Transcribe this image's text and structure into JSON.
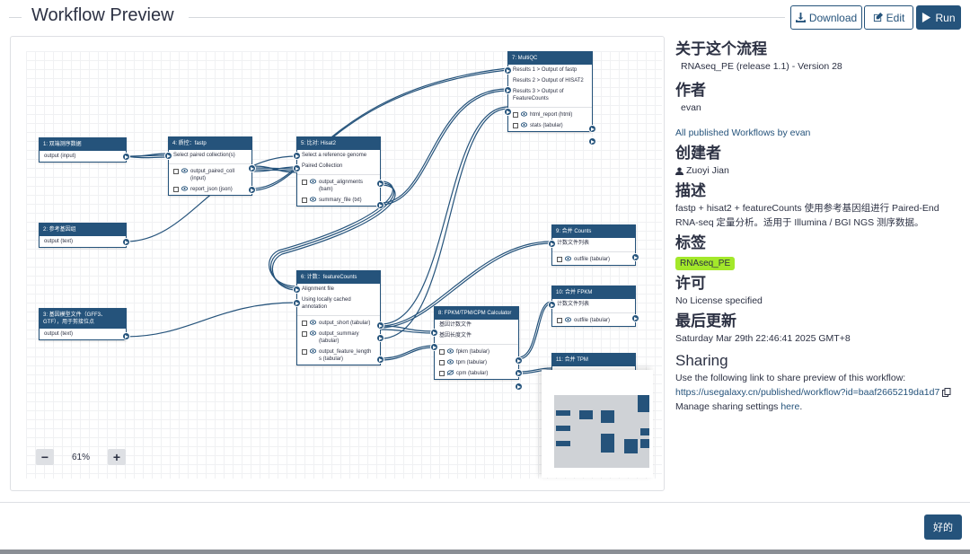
{
  "header": {
    "title": "Workflow Preview",
    "download_label": "Download",
    "edit_label": "Edit",
    "run_label": "Run"
  },
  "canvas": {
    "zoom_level": "61%",
    "zoom_out_label": "−",
    "zoom_in_label": "+",
    "nodes": {
      "n1": {
        "title": "1: 双端测序数据",
        "outputs": [
          "output (input)"
        ]
      },
      "n2": {
        "title": "2: 参考基因组",
        "outputs": [
          "output (text)"
        ]
      },
      "n3": {
        "title": "3: 基因模型文件（GFF3、GTF），用于剪接位点",
        "outputs": [
          "output (text)"
        ]
      },
      "n4": {
        "title": "4: 质控：fastp",
        "inputs": [
          "Select paired collection(s)"
        ],
        "outputs": [
          "output_paired_coll (input)",
          "report_json (json)"
        ]
      },
      "n5": {
        "title": "5: 比对: Hisat2",
        "inputs": [
          "Select a reference genome",
          "Paired Collection"
        ],
        "outputs": [
          "output_alignments (bam)",
          "summary_file (txt)"
        ]
      },
      "n6": {
        "title": "6: 计数：featureCounts",
        "inputs": [
          "Alignment file",
          "Using locally cached annotation"
        ],
        "outputs": [
          "output_short (tabular)",
          "output_summary (tabular)",
          "output_feature_length s (tabular)"
        ]
      },
      "n7": {
        "title": "7: MultiQC",
        "inputs": [
          "Results 1 > Output of fastp",
          "Results 2 > Output of HISAT2",
          "Results 3 > Output of FeatureCounts"
        ],
        "outputs": [
          "html_report (html)",
          "stats (tabular)"
        ]
      },
      "n8": {
        "title": "8: FPKM/TPM/CPM Calculator",
        "inputs": [
          "基因计数文件",
          "基因长度文件"
        ],
        "outputs": [
          "fpkm (tabular)",
          "tpm (tabular)",
          "cpm (tabular)"
        ]
      },
      "n9": {
        "title": "9: 合并 Counts",
        "inputs": [
          "计数文件列表"
        ],
        "outputs": [
          "outfile (tabular)"
        ]
      },
      "n10": {
        "title": "10: 合并 FPKM",
        "inputs": [
          "计数文件列表"
        ],
        "outputs": [
          "outfile (tabular)"
        ]
      },
      "n11": {
        "title": "11: 合并 TPM"
      }
    }
  },
  "sidebar": {
    "about_heading": "关于这个流程",
    "workflow_name": "RNAseq_PE (release 1.1) - Version 28",
    "author_heading": "作者",
    "author": "evan",
    "all_workflows_link": "All published Workflows by evan",
    "creator_heading": "创建者",
    "creator": "Zuoyi Jian",
    "description_heading": "描述",
    "description": "fastp + hisat2 + featureCounts 使用参考基因组进行 Paired-End RNA-seq 定量分析。适用于 Illumina / BGI NGS 测序数据。",
    "tags_heading": "标签",
    "tag": "RNAseq_PE",
    "license_heading": "许可",
    "license": "No License specified",
    "updated_heading": "最后更新",
    "updated": "Saturday Mar 29th 22:46:41 2025 GMT+8",
    "sharing_heading": "Sharing",
    "sharing_text": "Use the following link to share preview of this workflow:",
    "sharing_url": "https://usegalaxy.cn/published/workflow?id=baaf2665219da1d7",
    "manage_prefix": "Manage sharing settings ",
    "manage_link": "here",
    "manage_suffix": "."
  },
  "footer": {
    "ok_label": "好的"
  },
  "colors": {
    "primary": "#25537b",
    "tag": "#a3e82a"
  }
}
